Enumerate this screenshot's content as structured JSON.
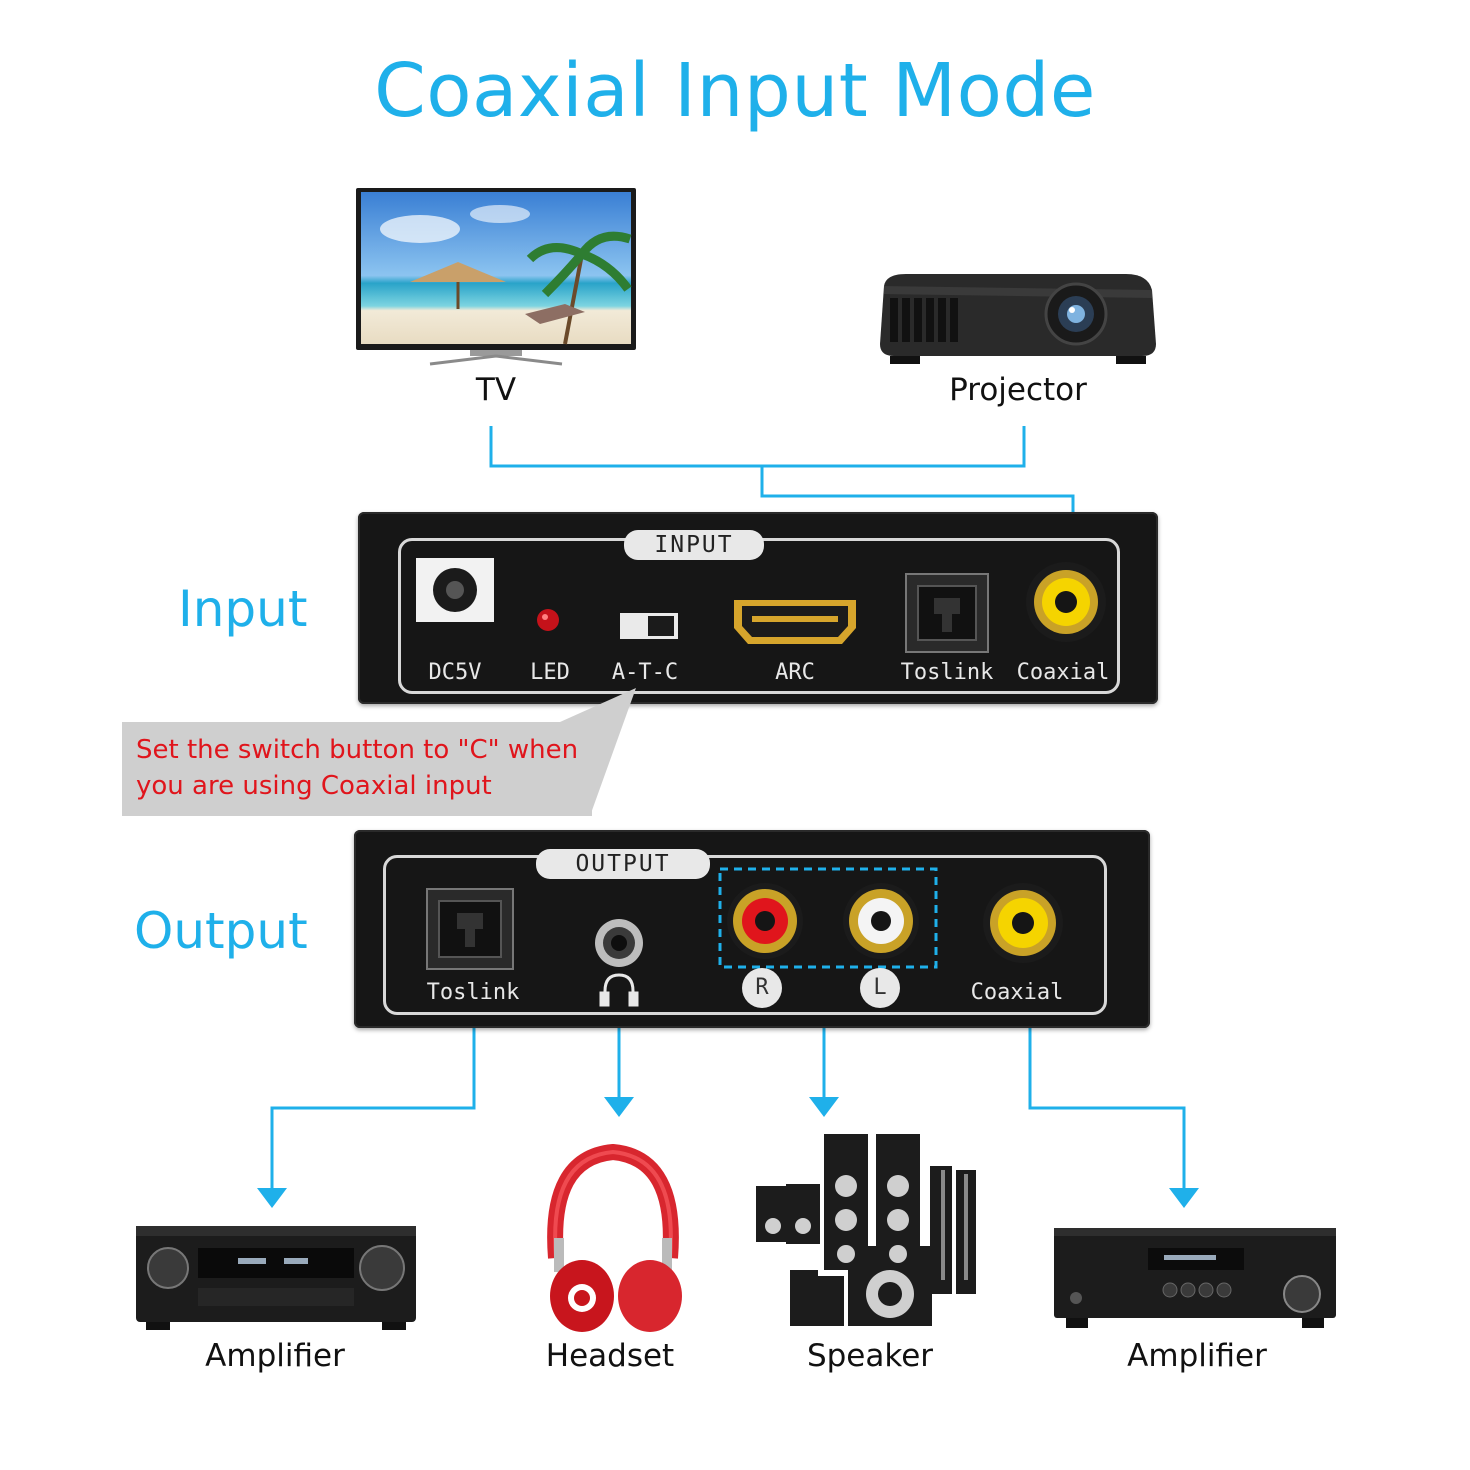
{
  "title": "Coaxial Input Mode",
  "sections": {
    "input": "Input",
    "output": "Output"
  },
  "sources": [
    {
      "label": "TV"
    },
    {
      "label": "Projector"
    }
  ],
  "input_panel": {
    "tab": "INPUT",
    "ports": [
      "DC5V",
      "LED",
      "A-T-C",
      "ARC",
      "Toslink",
      "Coaxial"
    ]
  },
  "note": "Set the switch button to \"C\" when you are using Coaxial input",
  "output_panel": {
    "tab": "OUTPUT",
    "ports": [
      "Toslink",
      "Coaxial"
    ],
    "badges": [
      "R",
      "L"
    ]
  },
  "outputs": [
    {
      "label": "Amplifier"
    },
    {
      "label": "Headset"
    },
    {
      "label": "Speaker"
    },
    {
      "label": "Amplifier"
    }
  ],
  "colors": {
    "accent": "#1fb0ea",
    "note_text": "#e0151c",
    "note_bg": "#cfcfcf",
    "panel": "#161616",
    "coaxial_jack": "#f5d400",
    "rca_right": "#e0151c",
    "rca_left": "#ffffff"
  }
}
